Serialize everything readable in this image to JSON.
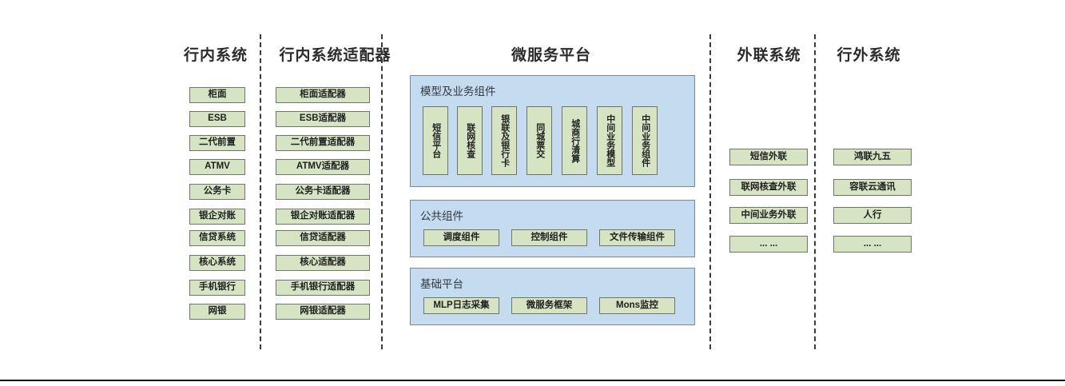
{
  "columns": {
    "internal": {
      "title": "行内系统",
      "items": [
        "柜面",
        "ESB",
        "二代前置",
        "ATMV",
        "公务卡",
        "银企对账",
        "信贷系统",
        "核心系统",
        "手机银行",
        "网银"
      ]
    },
    "adapter": {
      "title": "行内系统适配器",
      "items": [
        "柜面适配器",
        "ESB适配器",
        "二代前置适配器",
        "ATMV适配器",
        "公务卡适配器",
        "银企对账适配器",
        "信贷适配器",
        "核心适配器",
        "手机银行适配器",
        "网银适配器"
      ]
    },
    "platform": {
      "title": "微服务平台",
      "groups": [
        {
          "label": "模型及业务组件",
          "orientation": "vertical",
          "items": [
            "短信平台",
            "联网核查",
            "银联及银行卡",
            "同城票交",
            "城商行清算",
            "中间业务模型",
            "中间业务组件"
          ]
        },
        {
          "label": "公共组件",
          "orientation": "horizontal",
          "items": [
            "调度组件",
            "控制组件",
            "文件传输组件"
          ]
        },
        {
          "label": "基础平台",
          "orientation": "horizontal",
          "items": [
            "MLP日志采集",
            "微服务框架",
            "Mons监控"
          ]
        }
      ]
    },
    "external_link": {
      "title": "外联系统",
      "items": [
        "短信外联",
        "联网核查外联",
        "中间业务外联",
        "... ..."
      ]
    },
    "outside": {
      "title": "行外系统",
      "items": [
        "鸿联九五",
        "容联云通讯",
        "人行",
        "... ..."
      ]
    }
  },
  "colors": {
    "node_fill": "#d7e4c4",
    "node_border": "#70756c",
    "panel_fill": "#c5dbf0",
    "panel_border": "#7e8894",
    "divider": "#3a3a3a",
    "text": "#1f1f1f",
    "background": "#ffffff"
  }
}
